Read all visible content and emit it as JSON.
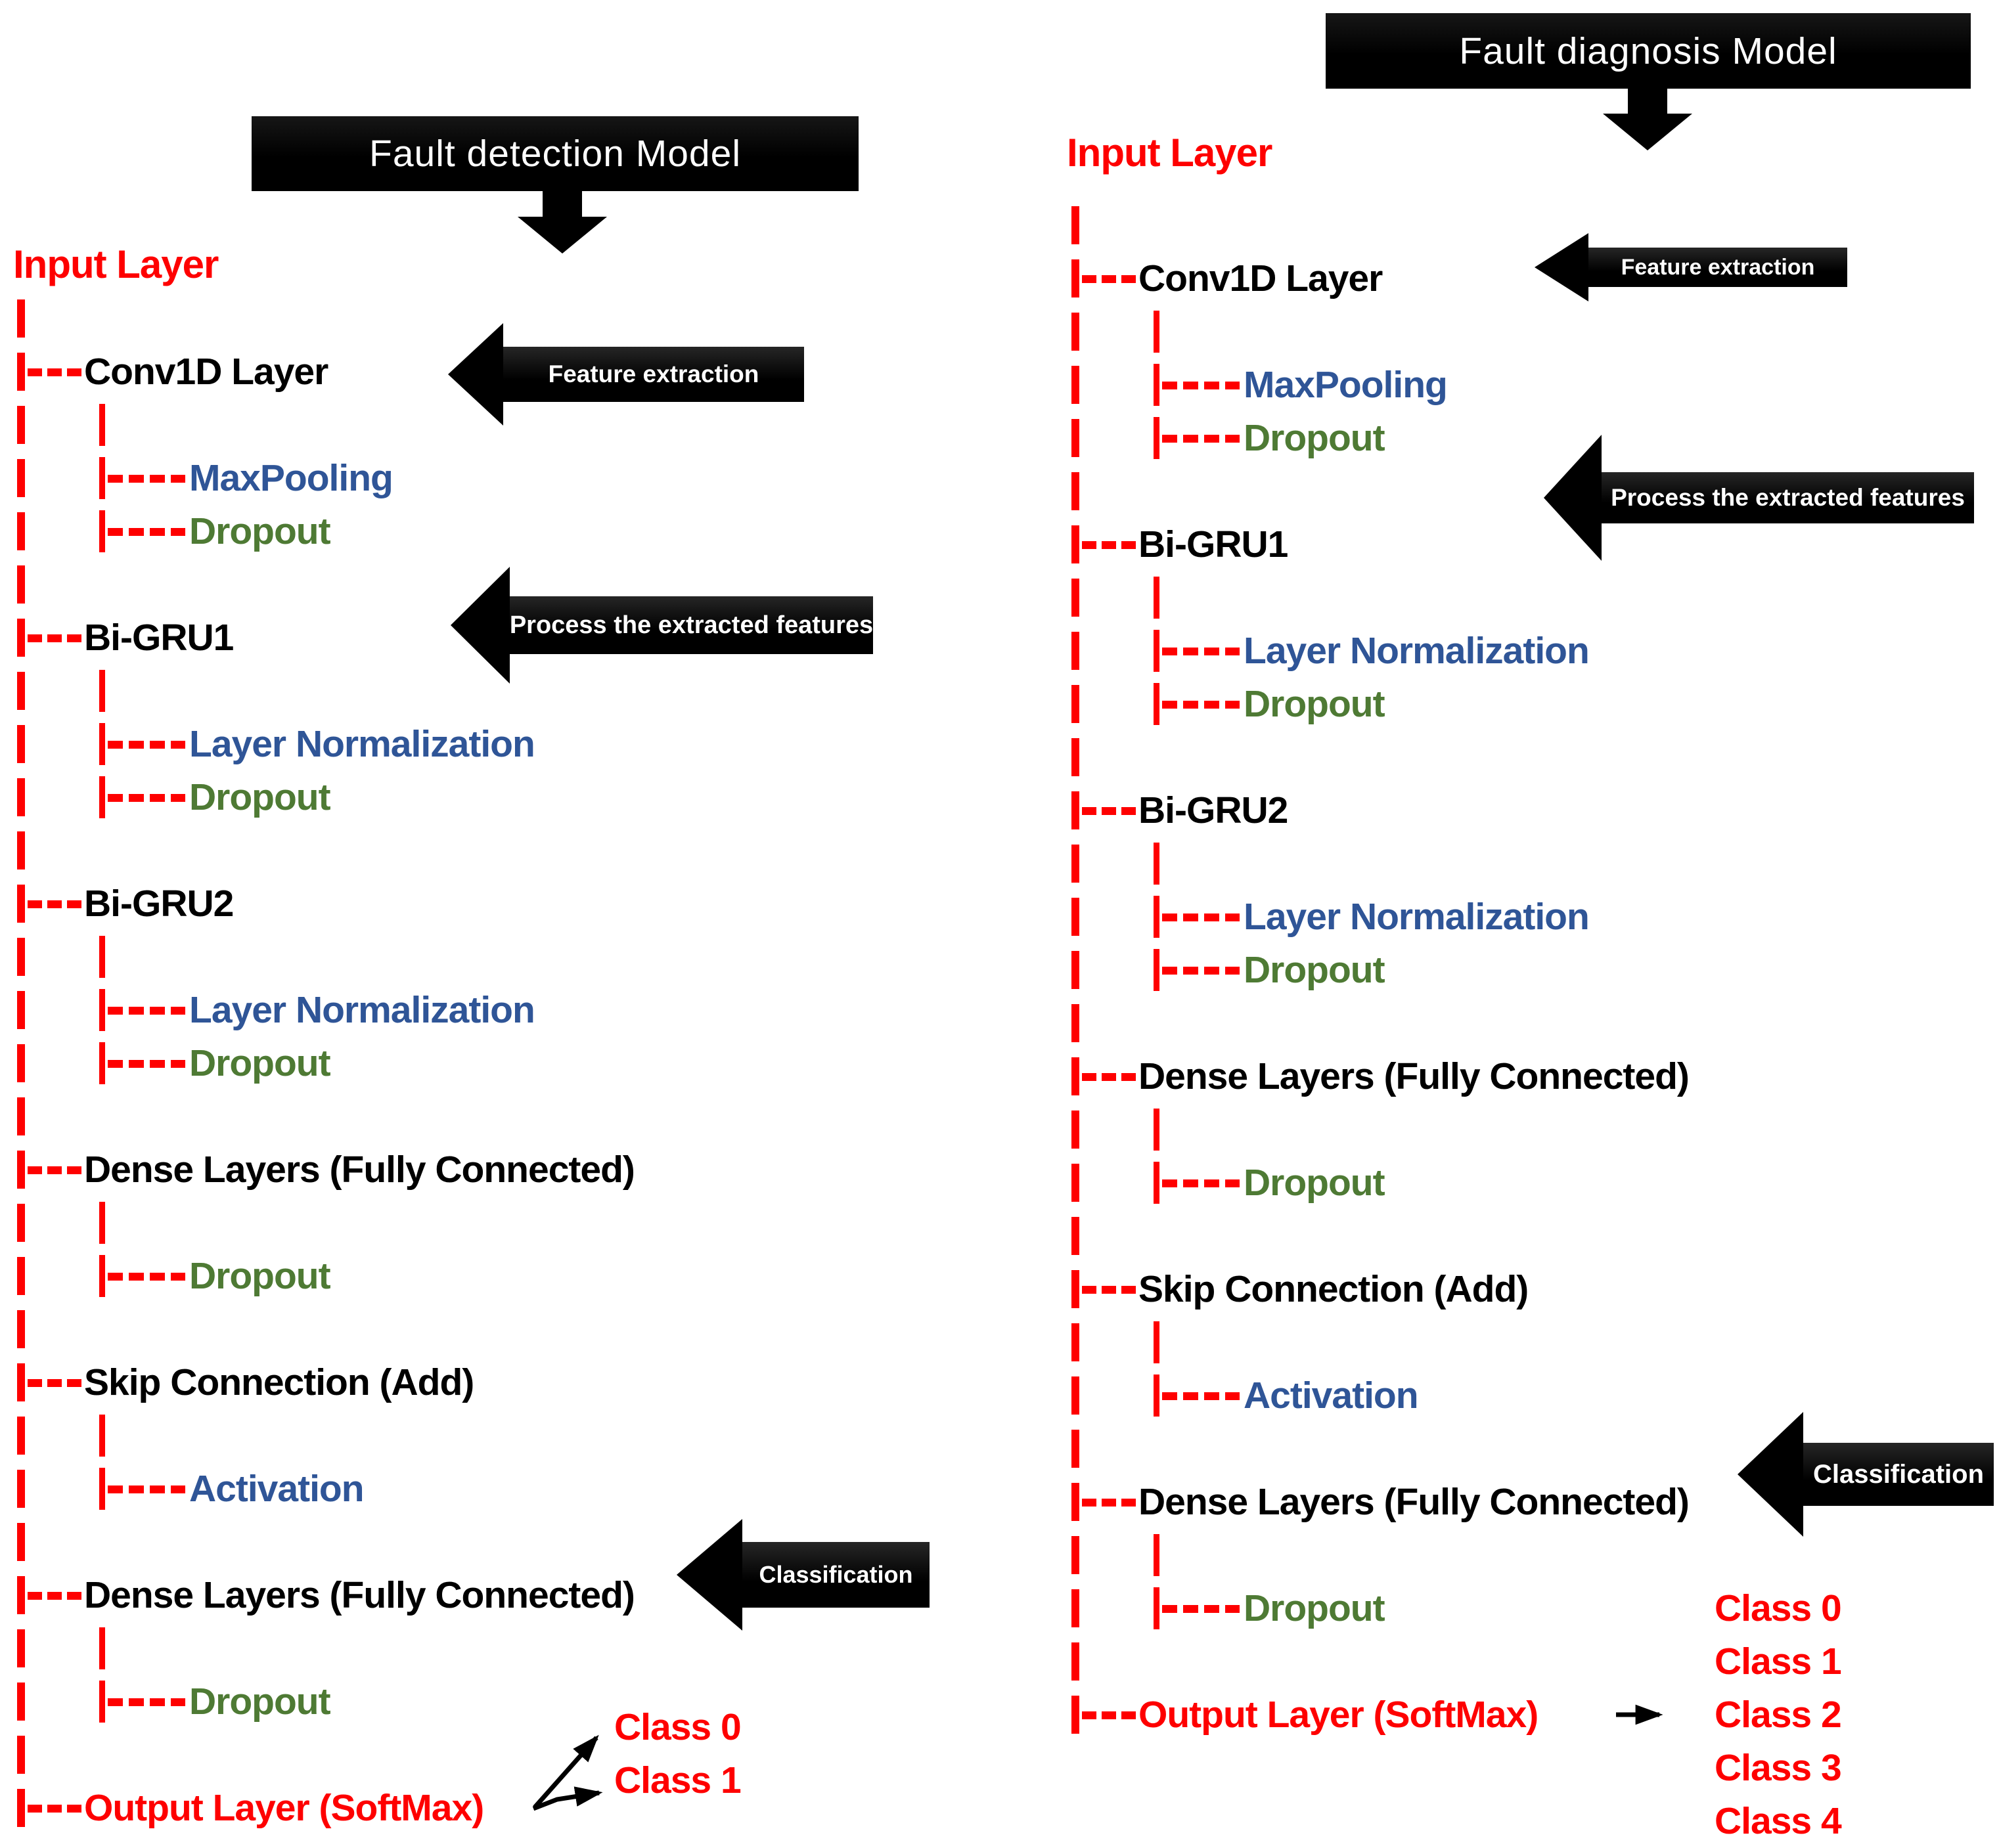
{
  "colors": {
    "red": "#FE0000",
    "blue": "#2F5597",
    "green": "#4E7A34",
    "black": "#000000"
  },
  "models": {
    "detection": {
      "banner": "Fault detection Model",
      "input_label": "Input Layer",
      "callouts": {
        "feature": "Feature extraction",
        "process": "Process the extracted features",
        "classification": "Classification"
      },
      "rows": [
        {
          "t": "blank"
        },
        {
          "t": "parent",
          "label": "Conv1D Layer"
        },
        {
          "t": "l2"
        },
        {
          "t": "child",
          "label": "MaxPooling",
          "c": "blue"
        },
        {
          "t": "child",
          "label": "Dropout",
          "c": "green"
        },
        {
          "t": "blank"
        },
        {
          "t": "parent",
          "label": "Bi-GRU1"
        },
        {
          "t": "l2"
        },
        {
          "t": "child",
          "label": "Layer Normalization",
          "c": "blue"
        },
        {
          "t": "child",
          "label": "Dropout",
          "c": "green"
        },
        {
          "t": "blank"
        },
        {
          "t": "parent",
          "label": "Bi-GRU2"
        },
        {
          "t": "l2"
        },
        {
          "t": "child",
          "label": "Layer Normalization",
          "c": "blue"
        },
        {
          "t": "child",
          "label": "Dropout",
          "c": "green"
        },
        {
          "t": "blank"
        },
        {
          "t": "parent",
          "label": "Dense Layers (Fully Connected)"
        },
        {
          "t": "l2"
        },
        {
          "t": "child",
          "label": "Dropout",
          "c": "green"
        },
        {
          "t": "blank"
        },
        {
          "t": "parent",
          "label": "Skip Connection (Add)"
        },
        {
          "t": "l2"
        },
        {
          "t": "child",
          "label": "Activation",
          "c": "blue"
        },
        {
          "t": "blank"
        },
        {
          "t": "parent",
          "label": "Dense Layers (Fully Connected)"
        },
        {
          "t": "l2"
        },
        {
          "t": "child",
          "label": "Dropout",
          "c": "green"
        },
        {
          "t": "blank"
        },
        {
          "t": "parent",
          "label": "Output Layer (SoftMax)",
          "c": "red"
        }
      ],
      "classes": [
        "Class 0",
        "Class 1"
      ]
    },
    "diagnosis": {
      "banner": "Fault diagnosis Model",
      "input_label": "Input Layer",
      "callouts": {
        "feature": "Feature extraction",
        "process": "Process the extracted features",
        "classification": "Classification"
      },
      "rows": [
        {
          "t": "blank"
        },
        {
          "t": "parent",
          "label": "Conv1D Layer"
        },
        {
          "t": "l2"
        },
        {
          "t": "child",
          "label": "MaxPooling",
          "c": "blue"
        },
        {
          "t": "child",
          "label": "Dropout",
          "c": "green"
        },
        {
          "t": "blank"
        },
        {
          "t": "parent",
          "label": "Bi-GRU1"
        },
        {
          "t": "l2"
        },
        {
          "t": "child",
          "label": "Layer Normalization",
          "c": "blue"
        },
        {
          "t": "child",
          "label": "Dropout",
          "c": "green"
        },
        {
          "t": "blank"
        },
        {
          "t": "parent",
          "label": "Bi-GRU2"
        },
        {
          "t": "l2"
        },
        {
          "t": "child",
          "label": "Layer Normalization",
          "c": "blue"
        },
        {
          "t": "child",
          "label": "Dropout",
          "c": "green"
        },
        {
          "t": "blank"
        },
        {
          "t": "parent",
          "label": "Dense Layers (Fully Connected)"
        },
        {
          "t": "l2"
        },
        {
          "t": "child",
          "label": "Dropout",
          "c": "green"
        },
        {
          "t": "blank"
        },
        {
          "t": "parent",
          "label": "Skip Connection (Add)"
        },
        {
          "t": "l2"
        },
        {
          "t": "child",
          "label": "Activation",
          "c": "blue"
        },
        {
          "t": "blank"
        },
        {
          "t": "parent",
          "label": "Dense Layers (Fully Connected)"
        },
        {
          "t": "l2"
        },
        {
          "t": "child",
          "label": "Dropout",
          "c": "green"
        },
        {
          "t": "blank"
        },
        {
          "t": "parent",
          "label": "Output Layer (SoftMax)",
          "c": "red"
        }
      ],
      "classes": [
        "Class 0",
        "Class 1",
        "Class 2",
        "Class 3",
        "Class 4"
      ]
    }
  }
}
